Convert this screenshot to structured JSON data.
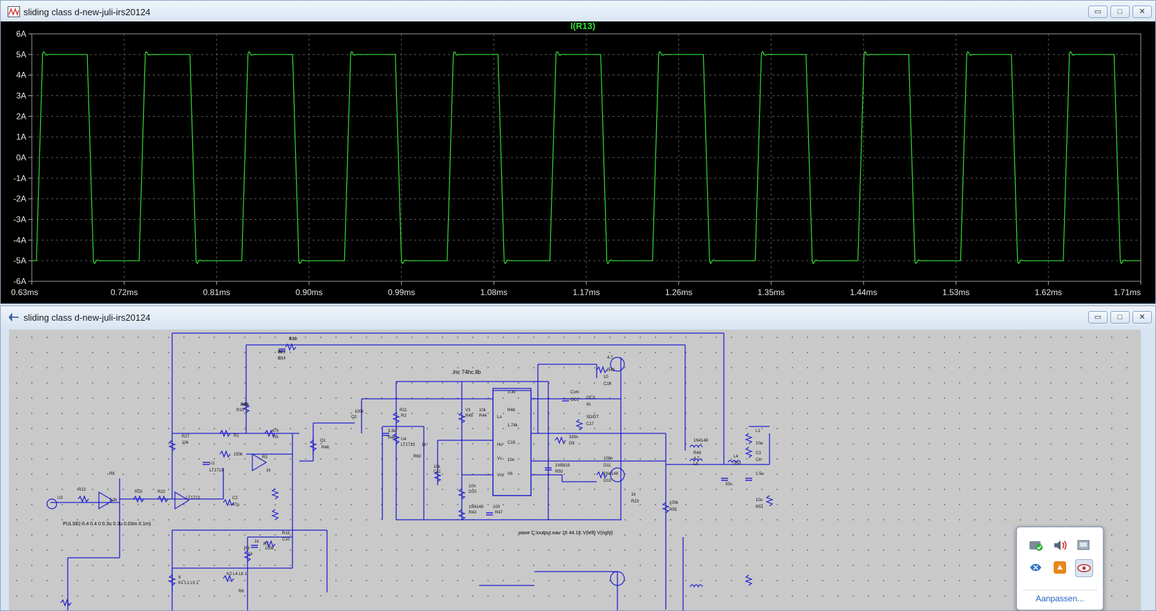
{
  "waveform_window": {
    "title": "sliding class d-new-juli-irs20124",
    "trace_label": "I(R13)",
    "trace_color": "#33e033",
    "y_ticks": [
      "6A",
      "5A",
      "4A",
      "3A",
      "2A",
      "1A",
      "0A",
      "-1A",
      "-2A",
      "-3A",
      "-4A",
      "-5A",
      "-6A"
    ],
    "x_ticks": [
      "0.63ms",
      "0.72ms",
      "0.81ms",
      "0.90ms",
      "0.99ms",
      "1.08ms",
      "1.17ms",
      "1.26ms",
      "1.35ms",
      "1.44ms",
      "1.53ms",
      "1.62ms",
      "1.71ms"
    ]
  },
  "schematic_window": {
    "title": "sliding class d-new-juli-irs20124",
    "wire_color": "#1f1fd0",
    "spice_inc": ".inc 74hc.lib",
    "wave_directive": ".wave C:\\output.wav 16 44.1K V(left) V(right)",
    "source_label": "PULSE(-0.4 0.4 0 0.3u 0.3u 0.03m 0.1m)",
    "labels": [
      "R12",
      "1k",
      "C1",
      "2.2n",
      "R10",
      "100k",
      "Q2",
      "Q1",
      "R46",
      "470",
      "R5",
      "R27",
      "10k",
      "R1",
      "150k",
      "R3",
      "1k",
      "U1",
      "LT1713",
      "C2",
      "47p",
      "R8",
      "3.3k",
      "R13",
      "R20",
      "R22",
      "LT1713",
      "U3",
      "R11",
      "R2",
      "U4",
      "LT1713",
      "V3",
      "R45",
      "10k",
      "R44",
      "3.3k",
      "R46",
      "1k",
      "R60",
      "10k",
      "C11",
      "10n",
      "D10",
      "1N4148",
      "R43",
      "100",
      "R47",
      "3.3k",
      "R48",
      "1.74k",
      "C19",
      "10n",
      "Vb",
      "Ho",
      "Vs",
      "Vcc",
      "Lo",
      "Com",
      "OC1",
      "OC2",
      "IN",
      "SD/DT",
      "C17",
      "330n",
      "D9",
      "1N5819",
      "R50",
      "4.7",
      "R42",
      "10",
      "C16",
      "100n",
      "D11",
      "1N4148",
      "D13",
      "1N4148",
      "R49",
      "4.7",
      "L5",
      "33u",
      "L4",
      "33u",
      "C6",
      "1.5u",
      "L1",
      "10u",
      "C3",
      "10u",
      "R51",
      "1k",
      "R23",
      "100k",
      "R55",
      "8",
      "K1 L1 L5 1",
      "K2 L4 L6 1",
      "R6",
      "1k",
      "R7",
      "150k",
      "R9",
      "1k",
      "R19",
      "C10",
      "2.2n",
      "R21",
      "R14",
      "R16"
    ]
  },
  "tray_popup": {
    "link": "Aanpassen...",
    "icons": [
      "shield-check-icon",
      "speaker-icon",
      "network-adapter-icon",
      "bluetooth-icon",
      "update-icon",
      "eye-icon"
    ]
  },
  "window_buttons": {
    "minimize": "▭",
    "maximize": "□",
    "close": "✕"
  }
}
